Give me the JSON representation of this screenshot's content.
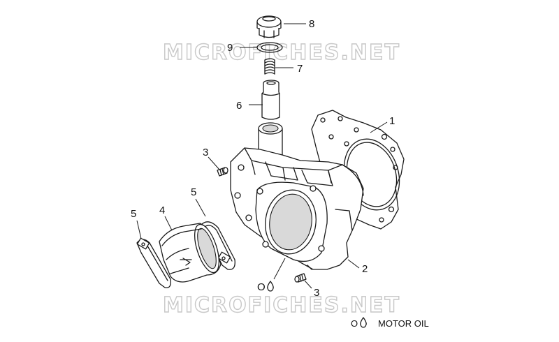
{
  "watermark": {
    "top": "MICROFICHES.NET",
    "bottom": "MICROFICHES.NET"
  },
  "callouts": {
    "oil_cap": "8",
    "o_ring": "9",
    "spring": "7",
    "plunger": "6",
    "cylinder_gasket": "1",
    "stud_left": "3",
    "clamp_right": "5",
    "clamp_left": "5",
    "intake_manifold": "4",
    "cylinder_block": "2",
    "stud_bottom": "3"
  },
  "lubrication_marks": {
    "cylinder_bore_mark": "O"
  },
  "legend": {
    "symbol_letter": "O",
    "text": "MOTOR OIL"
  }
}
